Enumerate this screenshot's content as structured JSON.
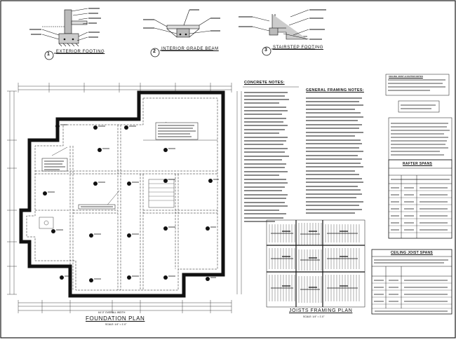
{
  "sheet": {
    "details": [
      {
        "num": "1",
        "title": "EXTERIOR FOOTING"
      },
      {
        "num": "2",
        "title": "INTERIOR GRADE BEAM"
      },
      {
        "num": "3",
        "title": "STAIRSTEP FOOTING"
      }
    ],
    "foundation_plan": {
      "title": "FOUNDATION PLAN",
      "scale": "SCALE: 1/4\" = 1'-0\"",
      "overall_dim": "64'-0\" OVERALL WIDTH"
    },
    "joists_plan": {
      "title": "JOISTS FRAMING PLAN",
      "scale": "SCALE: 1/4\" = 1'-0\""
    },
    "notes": {
      "concrete": "CONCRETE NOTES:",
      "framing": "GENERAL FRAMING NOTES:",
      "ceiling": "CEILING JOIST & RAFTER NOTES",
      "rafter_spans": "RAFTER SPANS",
      "ceiling_spans": "CEILING JOIST SPANS"
    },
    "colors": {
      "ink": "#111111",
      "paper": "#ffffff",
      "border": "#1a1a1a"
    }
  }
}
